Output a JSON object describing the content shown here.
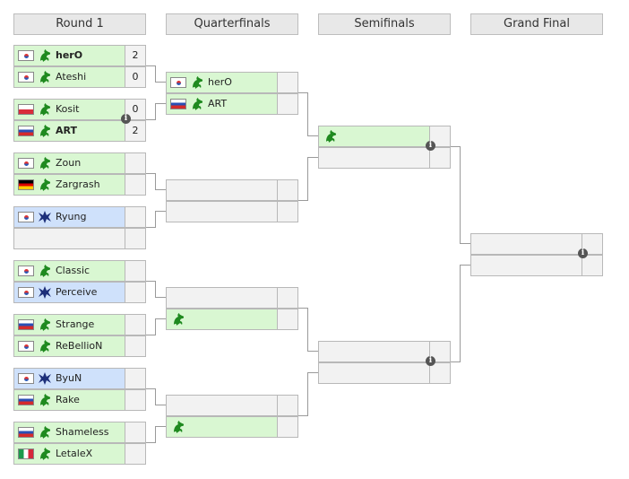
{
  "headers": [
    "Round 1",
    "Quarterfinals",
    "Semifinals",
    "Grand Final"
  ],
  "colors": {
    "zerg_bg": "#d9f7d2",
    "protoss_bg": "#cfe1fb",
    "empty_bg": "#f2f2f2",
    "line": "#9a9a9a"
  },
  "round1": [
    {
      "top": {
        "name": "herO",
        "flag": "kr",
        "race": "zerg",
        "score": "2",
        "winner": true
      },
      "bottom": {
        "name": "Ateshi",
        "flag": "kr",
        "race": "zerg",
        "score": "0"
      }
    },
    {
      "top": {
        "name": "Kosit",
        "flag": "pl",
        "race": "zerg",
        "score": "0"
      },
      "bottom": {
        "name": "ART",
        "flag": "ru",
        "race": "zerg",
        "score": "2",
        "winner": true
      }
    },
    {
      "top": {
        "name": "Zoun",
        "flag": "kr",
        "race": "zerg",
        "score": ""
      },
      "bottom": {
        "name": "Zargrash",
        "flag": "de",
        "race": "zerg",
        "score": ""
      }
    },
    {
      "top": {
        "name": "Ryung",
        "flag": "kr",
        "race": "protoss",
        "score": ""
      },
      "bottom": {
        "name": "",
        "flag": "",
        "race": "",
        "score": ""
      }
    },
    {
      "top": {
        "name": "Classic",
        "flag": "kr",
        "race": "zerg",
        "score": ""
      },
      "bottom": {
        "name": "Perceive",
        "flag": "kr",
        "race": "protoss",
        "score": ""
      }
    },
    {
      "top": {
        "name": "Strange",
        "flag": "ru",
        "race": "zerg",
        "score": ""
      },
      "bottom": {
        "name": "ReBellioN",
        "flag": "kr",
        "race": "zerg",
        "score": ""
      }
    },
    {
      "top": {
        "name": "ByuN",
        "flag": "kr",
        "race": "protoss",
        "score": ""
      },
      "bottom": {
        "name": "Rake",
        "flag": "ru",
        "race": "zerg",
        "score": ""
      }
    },
    {
      "top": {
        "name": "Shameless",
        "flag": "ru",
        "race": "zerg",
        "score": ""
      },
      "bottom": {
        "name": "LetaleX",
        "flag": "it",
        "race": "zerg",
        "score": ""
      }
    }
  ],
  "quarterfinals": [
    {
      "top": {
        "name": "herO",
        "flag": "kr",
        "race": "zerg"
      },
      "bottom": {
        "name": "ART",
        "flag": "ru",
        "race": "zerg"
      }
    },
    {
      "top": {
        "name": "",
        "flag": "",
        "race": ""
      },
      "bottom": {
        "name": "",
        "flag": "",
        "race": ""
      }
    },
    {
      "top": {
        "name": "",
        "flag": "",
        "race": ""
      },
      "bottom": {
        "name": "",
        "flag": "",
        "race": "zerg"
      }
    },
    {
      "top": {
        "name": "",
        "flag": "",
        "race": ""
      },
      "bottom": {
        "name": "",
        "flag": "",
        "race": "zerg"
      }
    }
  ],
  "semifinals": [
    {
      "top": {
        "name": "",
        "flag": "",
        "race": "zerg"
      },
      "bottom": {
        "name": "",
        "flag": "",
        "race": ""
      }
    },
    {
      "top": {
        "name": "",
        "flag": "",
        "race": ""
      },
      "bottom": {
        "name": "",
        "flag": "",
        "race": ""
      }
    }
  ],
  "final": {
    "top": {
      "name": "",
      "flag": "",
      "race": ""
    },
    "bottom": {
      "name": "",
      "flag": "",
      "race": ""
    }
  },
  "info_icon": "i"
}
